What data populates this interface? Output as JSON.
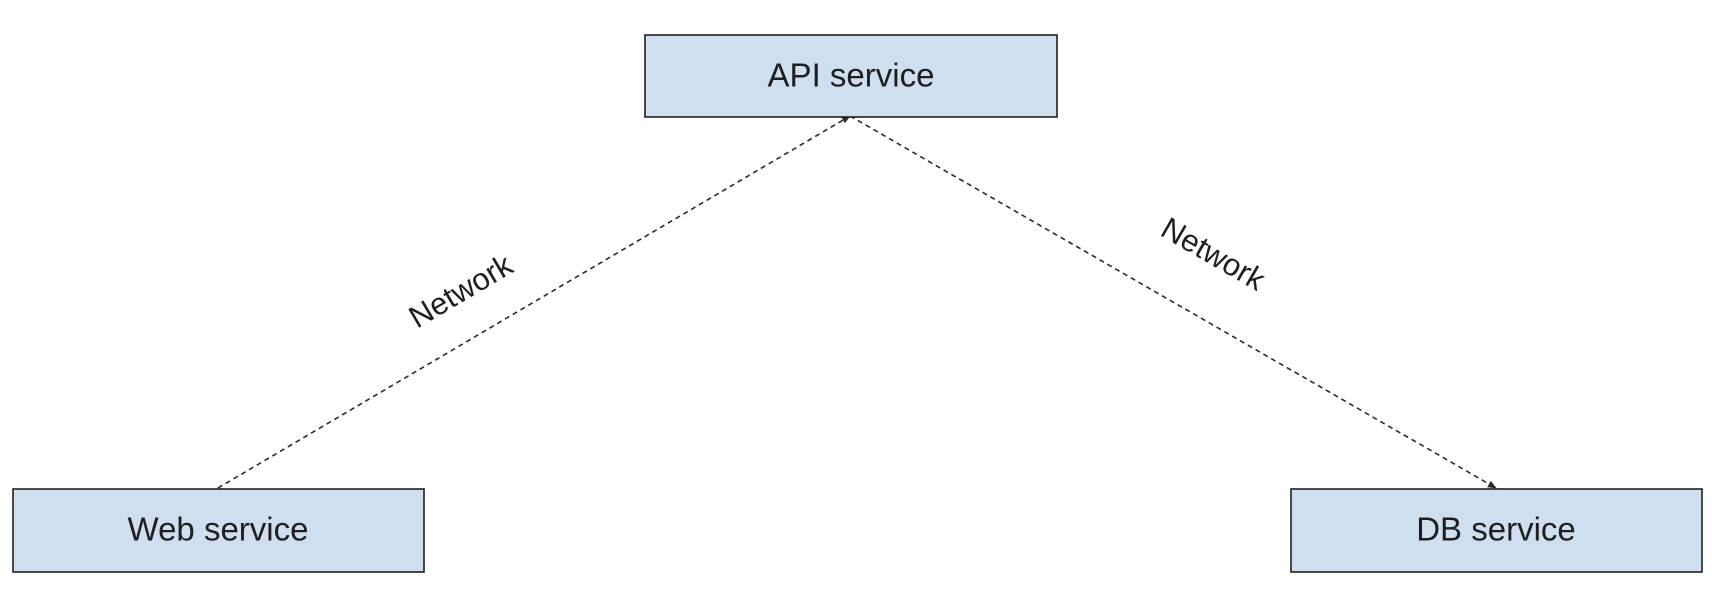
{
  "colors": {
    "node_fill": "#cfdfef",
    "node_border": "#1f1f1f",
    "edge": "#2b2b2b",
    "text": "#1f1f1f"
  },
  "nodes": {
    "api": {
      "label": "API service"
    },
    "web": {
      "label": "Web service"
    },
    "db": {
      "label": "DB service"
    }
  },
  "edges": [
    {
      "from": "web",
      "to": "api",
      "label": "Network",
      "style": "dashed",
      "arrow": "end"
    },
    {
      "from": "api",
      "to": "db",
      "label": "Network",
      "style": "dashed",
      "arrow": "end"
    }
  ]
}
